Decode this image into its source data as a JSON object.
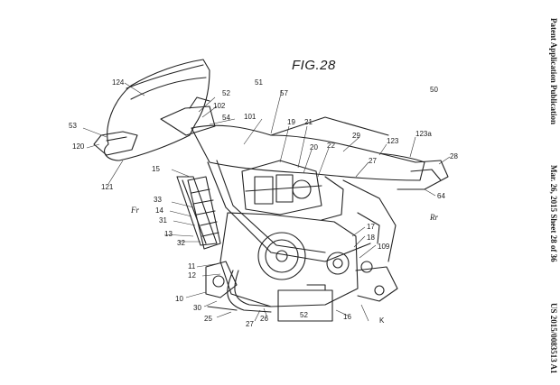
{
  "header": {
    "publication_label": "Patent Application Publication",
    "date_sheet": "Mar. 26, 2015  Sheet 28 of 36",
    "pub_number": "US 2015/0083513 A1"
  },
  "figure": {
    "title": "FIG.28",
    "directions": {
      "front": "Fr",
      "rear": "Rr"
    },
    "refs": [
      "124",
      "53",
      "120",
      "121",
      "50",
      "51",
      "57",
      "52",
      "102",
      "54",
      "101",
      "19",
      "21",
      "20",
      "22",
      "29",
      "123",
      "123a",
      "28",
      "27",
      "15",
      "33",
      "14",
      "31",
      "13",
      "32",
      "64",
      "17",
      "18",
      "109",
      "11",
      "12",
      "10",
      "30",
      "25",
      "27",
      "26",
      "52",
      "16",
      "K"
    ]
  }
}
